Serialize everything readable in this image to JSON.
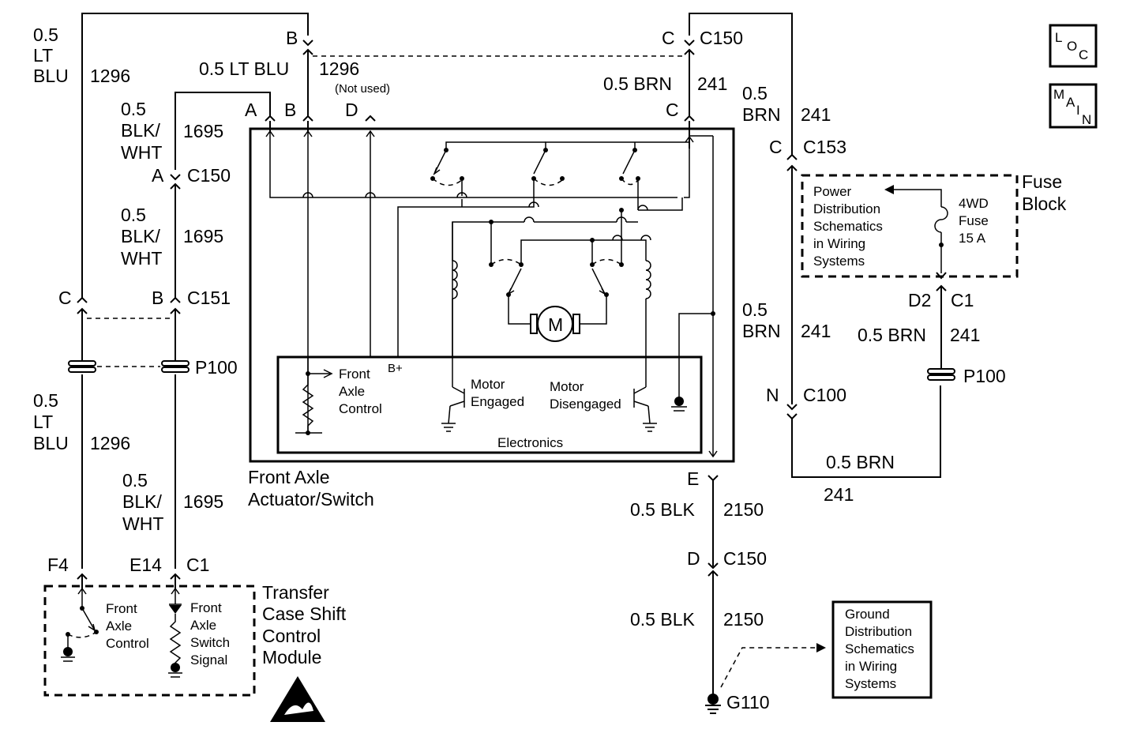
{
  "wires": {
    "lt_blu_left_top": [
      "0.5",
      "LT",
      "BLU",
      "1296"
    ],
    "lt_blu_mid": "0.5 LT BLU",
    "lt_blu_mid_circuit": "1296",
    "not_used": "(Not used)",
    "brn_top": "0.5 BRN",
    "brn_top_circuit": "241",
    "blk_wht_a": [
      "0.5",
      "BLK/",
      "WHT",
      "1695"
    ],
    "blk_wht_b": [
      "0.5",
      "BLK/",
      "WHT",
      "1695"
    ],
    "lt_blu_left_bottom": [
      "0.5",
      "LT",
      "BLU",
      "1296"
    ],
    "blk_wht_c": [
      "0.5",
      "BLK/",
      "WHT",
      "1695"
    ],
    "brn_right_a": [
      "0.5",
      "BRN",
      "241"
    ],
    "brn_right_b": [
      "0.5",
      "BRN",
      "241"
    ],
    "brn_fuse_out": "0.5 BRN",
    "brn_fuse_out_circuit": "241",
    "brn_bottom": "0.5 BRN",
    "brn_bottom_circuit": "241",
    "blk_a": "0.5 BLK",
    "blk_a_circuit": "2150",
    "blk_b": "0.5 BLK",
    "blk_b_circuit": "2150"
  },
  "connectors": {
    "b_top": "B",
    "c_top": "C",
    "c150_top": "C150",
    "pin_a": "A",
    "pin_b": "B",
    "pin_d": "D",
    "pin_c": "C",
    "c150_a_pin": "A",
    "c150_a_label": "C150",
    "c151_c_pin": "C",
    "c151_b_pin": "B",
    "c151_label": "C151",
    "p100_left": "P100",
    "c153_pin": "C",
    "c153_label": "C153",
    "d2": "D2",
    "c1_fuse": "C1",
    "p100_right": "P100",
    "c100_pin": "N",
    "c100_label": "C100",
    "e_pin": "E",
    "c150_d_pin": "D",
    "c150_d_label": "C150",
    "f4": "F4",
    "e14": "E14",
    "c1_tcm": "C1",
    "g110": "G110"
  },
  "components": {
    "actuator_title": [
      "Front Axle",
      "Actuator/Switch"
    ],
    "front_axle_control": [
      "Front",
      "Axle",
      "Control"
    ],
    "b_plus": "B+",
    "motor_engaged": [
      "Motor",
      "Engaged"
    ],
    "motor_disengaged": [
      "Motor",
      "Disengaged"
    ],
    "electronics": "Electronics",
    "motor_symbol": "M",
    "fuse_block_title": [
      "Fuse",
      "Block"
    ],
    "power_dist": [
      "Power",
      "Distribution",
      "Schematics",
      "in Wiring",
      "Systems"
    ],
    "fuse_4wd": [
      "4WD",
      "Fuse",
      "15 A"
    ],
    "tcm_title": [
      "Transfer",
      "Case Shift",
      "Control",
      "Module"
    ],
    "tcm_front_axle_control": [
      "Front",
      "Axle",
      "Control"
    ],
    "tcm_switch_signal": [
      "Front",
      "Axle",
      "Switch",
      "Signal"
    ],
    "ground_dist": [
      "Ground",
      "Distribution",
      "Schematics",
      "in Wiring",
      "Systems"
    ]
  },
  "nav_buttons": {
    "loc": [
      "L",
      "O",
      "C"
    ],
    "main": [
      "M",
      "A",
      "I",
      "N"
    ]
  }
}
